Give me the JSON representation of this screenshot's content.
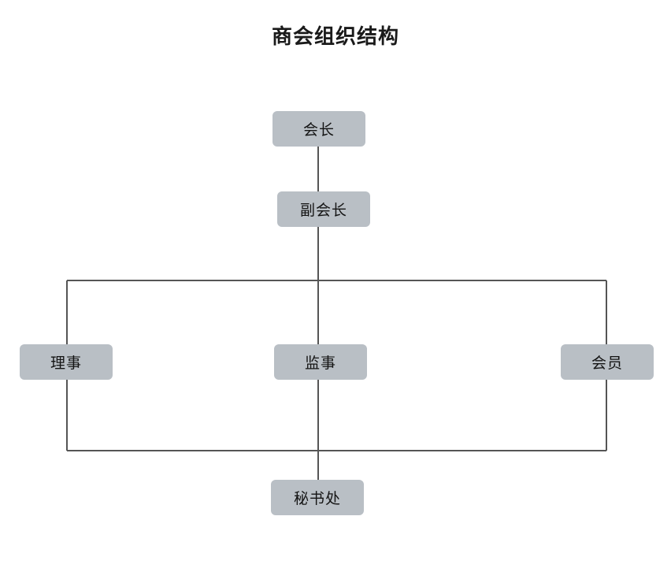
{
  "chart_data": {
    "type": "diagram",
    "diagram_type": "organization-chart",
    "title": "商会组织结构",
    "orientation": "top-down",
    "node_fill": "#b9bfc5",
    "edge_color": "#555555",
    "background": "#ffffff",
    "nodes": [
      {
        "id": "president",
        "label": "会长",
        "level": 0
      },
      {
        "id": "vice_president",
        "label": "副会长",
        "level": 1
      },
      {
        "id": "director",
        "label": "理事",
        "level": 2
      },
      {
        "id": "supervisor",
        "label": "监事",
        "level": 2
      },
      {
        "id": "member",
        "label": "会员",
        "level": 2
      },
      {
        "id": "secretariat",
        "label": "秘书处",
        "level": 3
      }
    ],
    "edges": [
      {
        "from": "president",
        "to": "vice_president"
      },
      {
        "from": "vice_president",
        "to": "director"
      },
      {
        "from": "vice_president",
        "to": "supervisor"
      },
      {
        "from": "vice_president",
        "to": "member"
      },
      {
        "from": "director",
        "to": "secretariat"
      },
      {
        "from": "supervisor",
        "to": "secretariat"
      },
      {
        "from": "member",
        "to": "secretariat"
      }
    ]
  },
  "chart": {
    "title": "商会组织结构",
    "nodes": {
      "president": "会长",
      "vice_president": "副会长",
      "director": "理事",
      "supervisor": "监事",
      "member": "会员",
      "secretariat": "秘书处"
    }
  }
}
